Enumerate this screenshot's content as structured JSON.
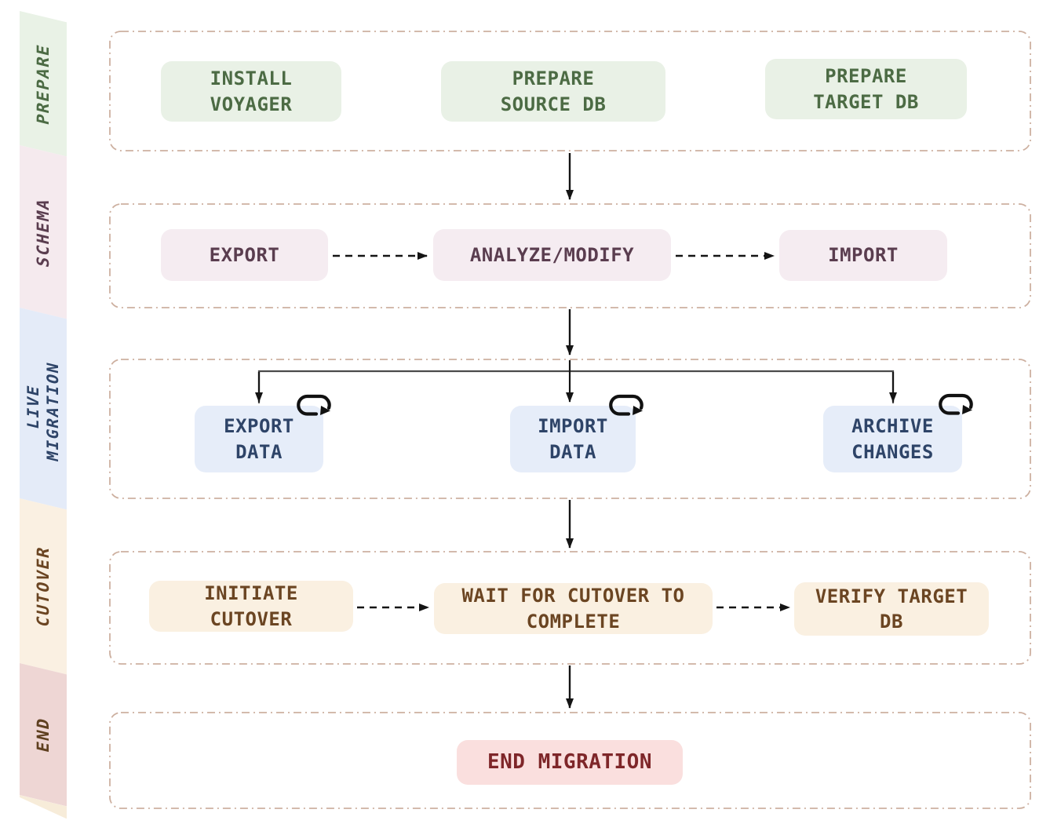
{
  "sidebar": {
    "segments": [
      {
        "label": "PREPARE",
        "bg": "#e9f2e6",
        "color": "#4c6b44"
      },
      {
        "label": "SCHEMA",
        "bg": "#f5eaee",
        "color": "#5a3d4f"
      },
      {
        "label": "LIVE\nMIGRATION",
        "bg": "#e4ebf8",
        "color": "#2e4468"
      },
      {
        "label": "CUTOVER",
        "bg": "#faf0e2",
        "color": "#6b4522"
      },
      {
        "label": "END",
        "bg": "#eed6d4",
        "color": "#5f4020"
      }
    ]
  },
  "rows": [
    {
      "name": "prepare",
      "steps": [
        {
          "label": "INSTALL\nVOYAGER"
        },
        {
          "label": "PREPARE\nSOURCE DB"
        },
        {
          "label": "PREPARE\nTARGET DB"
        }
      ]
    },
    {
      "name": "schema",
      "steps": [
        {
          "label": "EXPORT"
        },
        {
          "label": "ANALYZE/MODIFY"
        },
        {
          "label": "IMPORT"
        }
      ]
    },
    {
      "name": "live_migration",
      "steps": [
        {
          "label": "EXPORT\nDATA"
        },
        {
          "label": "IMPORT\nDATA"
        },
        {
          "label": "ARCHIVE\nCHANGES"
        }
      ],
      "loop_icons": true
    },
    {
      "name": "cutover",
      "steps": [
        {
          "label": "INITIATE\nCUTOVER"
        },
        {
          "label": "WAIT FOR CUTOVER TO\nCOMPLETE"
        },
        {
          "label": "VERIFY TARGET\nDB"
        }
      ]
    },
    {
      "name": "end",
      "steps": [
        {
          "label": "END MIGRATION"
        }
      ]
    }
  ],
  "colors": {
    "row_border": "#cdb0a0",
    "arrow": "#141414",
    "branch_line": "#4a4a4a",
    "prepare_fill": "#e9f1e6",
    "prepare_text": "#4c6b44",
    "schema_fill": "#f5ecf1",
    "schema_text": "#5a3d4f",
    "live_fill": "#e6edf9",
    "live_text": "#2e4468",
    "cutover_fill": "#faf0e1",
    "cutover_text": "#6b4522",
    "end_fill": "#fadfde",
    "end_text": "#7e2629"
  }
}
